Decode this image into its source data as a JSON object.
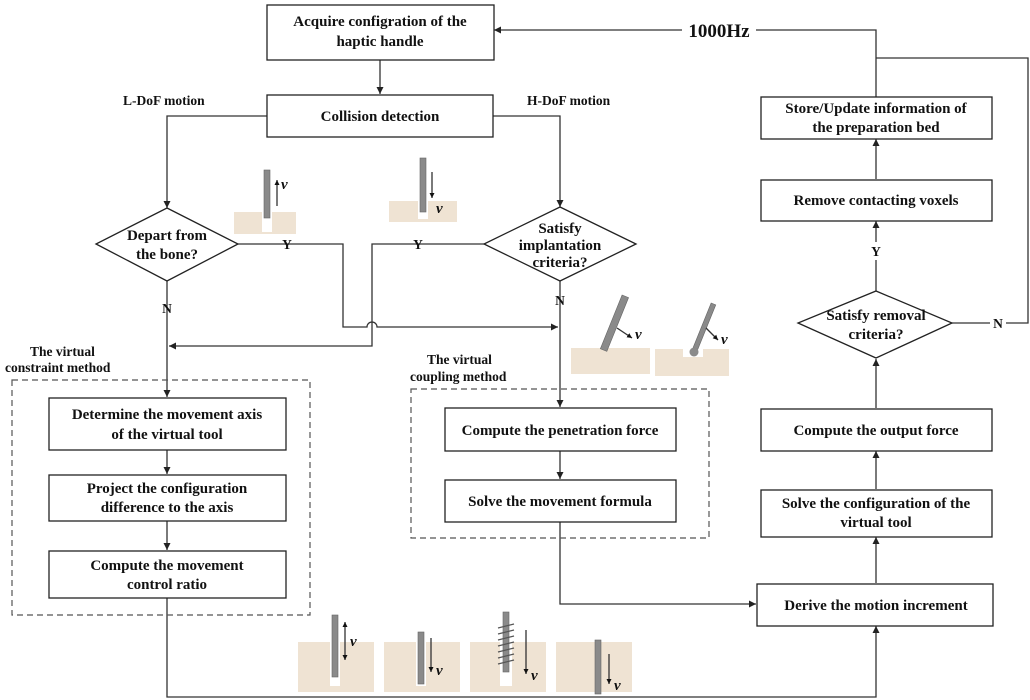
{
  "title": "",
  "nodes": {
    "acquire": [
      "Acquire configration of the",
      "haptic handle"
    ],
    "collision": [
      "Collision detection"
    ],
    "depart": [
      "Depart from",
      "the bone?"
    ],
    "implant": [
      "Satisfy",
      "implantation",
      "criteria?"
    ],
    "axis": [
      "Determine the movement axis",
      "of the virtual tool"
    ],
    "project": [
      "Project the configuration",
      "difference to the axis"
    ],
    "ratio": [
      "Compute the movement",
      "control ratio"
    ],
    "penetration": [
      "Compute the penetration force"
    ],
    "formula": [
      "Solve the movement formula"
    ],
    "store": [
      "Store/Update information of",
      "the preparation bed"
    ],
    "remove": [
      "Remove contacting voxels"
    ],
    "removal": [
      "Satisfy removal",
      "criteria?"
    ],
    "output": [
      "Compute the output force"
    ],
    "config": [
      "Solve the configuration of the",
      "virtual tool"
    ],
    "increment": [
      "Derive the motion increment"
    ]
  },
  "groups": {
    "constraint": [
      "The virtual",
      "constraint method"
    ],
    "coupling": [
      "The virtual",
      "coupling method"
    ]
  },
  "edge_labels": {
    "rate": "1000Hz",
    "ldof": "L-DoF motion",
    "hdof": "H-DoF motion",
    "yes": "Y",
    "no": "N"
  },
  "velocity_symbol": "v"
}
